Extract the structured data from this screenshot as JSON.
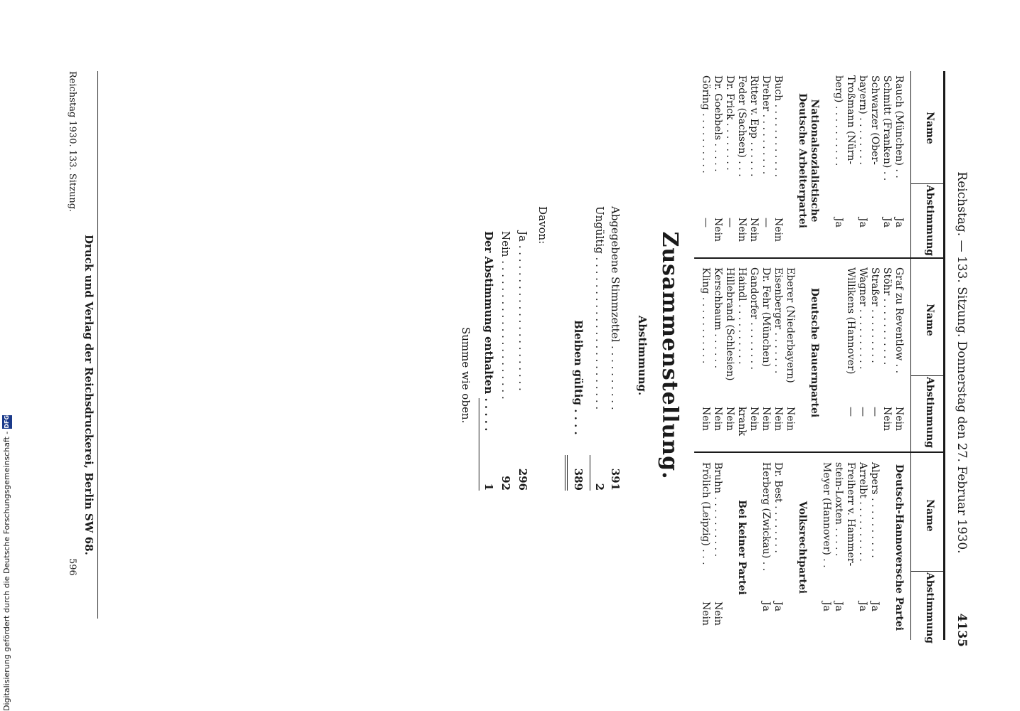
{
  "header": {
    "text": "Reichstag. — 133. Sitzung. Donnerstag den 27. Februar 1930.",
    "page_number": "4135"
  },
  "table": {
    "col_name": "Name",
    "col_vote": "Abstimmung",
    "columns": [
      {
        "entries": [
          {
            "name": "Rauch (München) . .",
            "vote": "Ja"
          },
          {
            "name": "Schmitt (Franken) . .",
            "vote": "Ja"
          },
          {
            "name": "Schwarzer (Ober-",
            "vote": ""
          },
          {
            "name": "bayern) . . . . . . . .",
            "vote": "Ja"
          },
          {
            "name": "Troßmann (Nürn-",
            "vote": ""
          },
          {
            "name": "berg) . . . . . . . . . .",
            "vote": "Ja"
          },
          {
            "name": "",
            "vote": ""
          },
          {
            "party": "Nationalsozialistische"
          },
          {
            "party": "Deutsche Arbeiterpartei"
          },
          {
            "name": "",
            "vote": ""
          },
          {
            "name": "Buch . . . . . . . . . . . .",
            "vote": "Nein"
          },
          {
            "name": "Dreher . . . . . . . . . .",
            "vote": "—"
          },
          {
            "name": "Ritter v. Epp . . . . . .",
            "vote": "Nein"
          },
          {
            "name": "Feder (Sachsen) . . .",
            "vote": "Nein"
          },
          {
            "name": "Dr. Frick . . . . . . . .",
            "vote": "—"
          },
          {
            "name": "Dr. Goebbels . . . . .",
            "vote": "Nein"
          },
          {
            "name": "Göring . . . . . . . . . .",
            "vote": "—"
          }
        ]
      },
      {
        "entries": [
          {
            "name": "Graf zu Reventlow . .",
            "vote": "Nein"
          },
          {
            "name": "Stöhr . . . . . . . . . . .",
            "vote": "Nein"
          },
          {
            "name": "Straßer . . . . . . . . .",
            "vote": "—"
          },
          {
            "name": "Wagner . . . . . . . . . .",
            "vote": "—"
          },
          {
            "name": "Willikens (Hannover)",
            "vote": "—"
          },
          {
            "name": "",
            "vote": ""
          },
          {
            "name": "",
            "vote": ""
          },
          {
            "party": "Deutsche Bauernpartei"
          },
          {
            "name": "",
            "vote": ""
          },
          {
            "name": "Eberer (Niederbayern)",
            "vote": "Nein"
          },
          {
            "name": "Eisenberger . . . . . . .",
            "vote": "Nein"
          },
          {
            "name": "Dr. Fehr (München)",
            "vote": "Nein"
          },
          {
            "name": "Gandorfer . . . . . . . .",
            "vote": "Nein"
          },
          {
            "name": "Haindl . . . . . . . . . .",
            "vote": "krank"
          },
          {
            "name": "Hillebrand (Schlesien)",
            "vote": "Nein"
          },
          {
            "name": "Kerschbaum . . . . . .",
            "vote": "Nein"
          },
          {
            "name": "Kling . . . . . . . . . . .",
            "vote": "Nein"
          }
        ]
      },
      {
        "entries": [
          {
            "party": "Deutsch-Hannoversche Partei"
          },
          {
            "name": "",
            "vote": ""
          },
          {
            "name": "Alpers . . . . . . . . . .",
            "vote": "Ja"
          },
          {
            "name": "Arrelbt . . . . . . . . . .",
            "vote": "Ja"
          },
          {
            "name": "Freiherr v. Hammer-",
            "vote": ""
          },
          {
            "name": "stein-Loxten . . . . .",
            "vote": "Ja"
          },
          {
            "name": "Meyer (Hannover) . .",
            "vote": "Ja"
          },
          {
            "name": "",
            "vote": ""
          },
          {
            "party": "Volksrechtpartei"
          },
          {
            "name": "",
            "vote": ""
          },
          {
            "name": "Dr. Best . . . . . . . .",
            "vote": "Ja"
          },
          {
            "name": "Herberg (Zwickau) . .",
            "vote": "Ja"
          },
          {
            "name": "",
            "vote": ""
          },
          {
            "party": "Bei keiner Partei"
          },
          {
            "name": "",
            "vote": ""
          },
          {
            "name": "Bruhn . . . . . . . . . .",
            "vote": "Nein"
          },
          {
            "name": "Frölich (Leipzig) . . .",
            "vote": "Nein"
          }
        ]
      }
    ]
  },
  "summary": {
    "title": "Zusammenstellung.",
    "subtitle": "Abstimmung.",
    "rows": [
      {
        "label": "Abgegebene Stimmzettel . . . . . . . . . .",
        "value": "391"
      },
      {
        "label": "Ungültig . . . . . . . . . . . . . . . . . . . . . . .",
        "value": "2"
      },
      {
        "label": "Bleiben gültig . . . .",
        "value": "389"
      },
      {
        "label": "Davon:",
        "value": ""
      },
      {
        "label": "Ja . . . . . . . . . . . . . . . . . . . . . .",
        "value": "296"
      },
      {
        "label": "Nein . . . . . . . . . . . . . . . . . . . . .",
        "value": "92"
      },
      {
        "label": "Der Abstimmung enthalten . . . . .",
        "value": "1"
      },
      {
        "label": "Summe wie oben.",
        "value": ""
      }
    ]
  },
  "imprint": "Druck und Verlag der Reichsdruckerei, Berlin SW 68.",
  "footer": {
    "left": "Reichstag 1930. 133. Sitzung.",
    "right": "596"
  },
  "sidenote": {
    "text": "Digitalisierung gefördert durch die Deutsche Forschungsgemeinschaft -",
    "logo": "DFG"
  }
}
